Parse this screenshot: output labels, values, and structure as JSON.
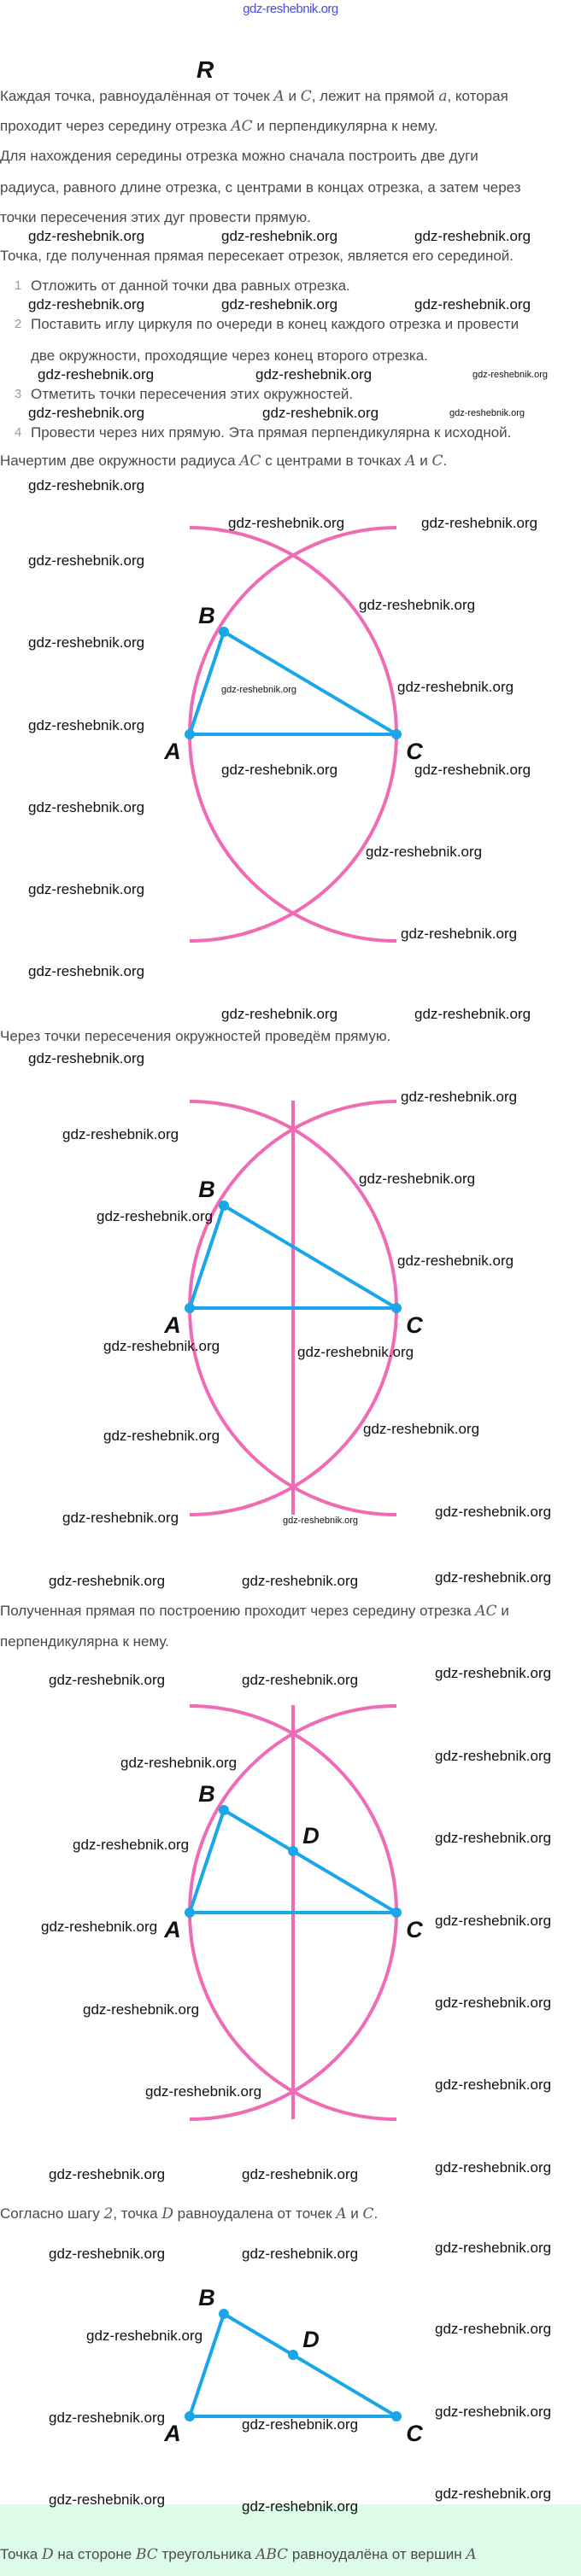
{
  "header": {
    "site_watermark": "gdz-reshebnik.org",
    "cut_label": "R"
  },
  "watermark_text": "gdz-reshebnik.org",
  "colors": {
    "circle": "#f06ab4",
    "triangle": "#1aa6ea",
    "answer_band": "#dcfbe9"
  },
  "intro": {
    "l1": [
      "Каждая точка, равноудалённая от точек ",
      "A",
      " и ",
      "C",
      ", лежит на прямой ",
      "a",
      ", которая"
    ],
    "l2": [
      "проходит через середину отрезка ",
      "AC",
      " и перпендикулярна к нему."
    ],
    "l3": "Для нахождения середины отрезка можно сначала построить две дуги",
    "l4": "радиуса, равного длине отрезка, с центрами в концах отрезка, а затем через",
    "l5": "точки пересечения этих дуг провести прямую.",
    "l6": "Точка, где полученная прямая пересекает отрезок, является его серединой."
  },
  "steps": [
    {
      "num": "1",
      "lines": [
        "Отложить от данной точки два равных отрезка."
      ]
    },
    {
      "num": "2",
      "lines": [
        "Поставить иглу циркуля по очереди в конец каждого отрезка и провести",
        "две окружности, проходящие через конец второго отрезка."
      ]
    },
    {
      "num": "3",
      "lines": [
        "Отметить точки пересечения этих окружностей."
      ]
    },
    {
      "num": "4",
      "lines": [
        "Провести через них прямую. Эта прямая перпендикулярна к исходной."
      ]
    }
  ],
  "s1": [
    "Начертим две окружности радиуса ",
    "AC",
    " с центрами в точках ",
    "A",
    " и ",
    "C",
    "."
  ],
  "s2": "Через точки пересечения окружностей проведём прямую.",
  "s3": {
    "l1": [
      "Полученная прямая по построению проходит через середину отрезка ",
      "AC",
      " и"
    ],
    "l2": "перпендикулярна к нему."
  },
  "s4": [
    "Согласно шагу ",
    "2",
    ", точка ",
    "D",
    " равноудалена от точек ",
    "A",
    " и ",
    "C",
    "."
  ],
  "answer": [
    "Точка ",
    "D",
    " на стороне ",
    "BC",
    " треугольника ",
    "ABC",
    " равноудалёна от вершин ",
    "A"
  ],
  "labels": {
    "A": "A",
    "B": "B",
    "C": "C",
    "D": "D"
  }
}
